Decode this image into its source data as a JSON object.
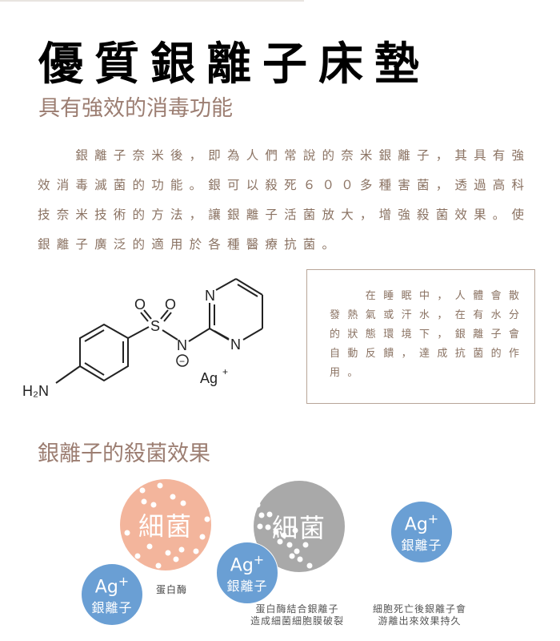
{
  "header": {
    "title": "優質銀離子床墊",
    "subtitle": "具有強效的消毒功能"
  },
  "intro": {
    "lines": [
      "　　銀離子奈米後，即為人們常說的奈米銀離子，其具有強",
      "效消毒滅菌的功能。銀可以殺死６００多種害菌，透過高科",
      "技奈米技術的方法，讓銀離子活菌放大，增強殺菌效果。使",
      "銀離子廣泛的適用於各種醫療抗菌。"
    ]
  },
  "molecule": {
    "o1": "O",
    "o2": "O",
    "s": "S",
    "n_sulfonamide": "N",
    "n_ring1": "N",
    "n_ring2": "N",
    "charge": "−",
    "ag": "Ag",
    "ag_charge": "+",
    "amine": "H₂N"
  },
  "note_box": {
    "lines": [
      "　　在睡眠中，人體會散",
      "發熱氣或汗水，在有水分",
      "的狀態環境下，銀離子會",
      "自動反饋，達成抗菌的作",
      "用。"
    ]
  },
  "effect": {
    "heading": "銀離子的殺菌效果",
    "bacteria_label": "細菌",
    "ag_label": "Ag",
    "ag_plus": "+",
    "silver_label": "銀離子",
    "enzyme_label": "蛋白酶",
    "caption2": [
      "蛋白酶結合銀離子",
      "造成細菌細胞膜破裂"
    ],
    "caption3": [
      "細胞死亡後銀離子會",
      "游離出來效果持久"
    ]
  },
  "colors": {
    "bacteria": "#f3b59c",
    "dead_bacteria": "#a9a9a9",
    "silver": "#6a9fd4",
    "accent": "#9c7e72"
  }
}
